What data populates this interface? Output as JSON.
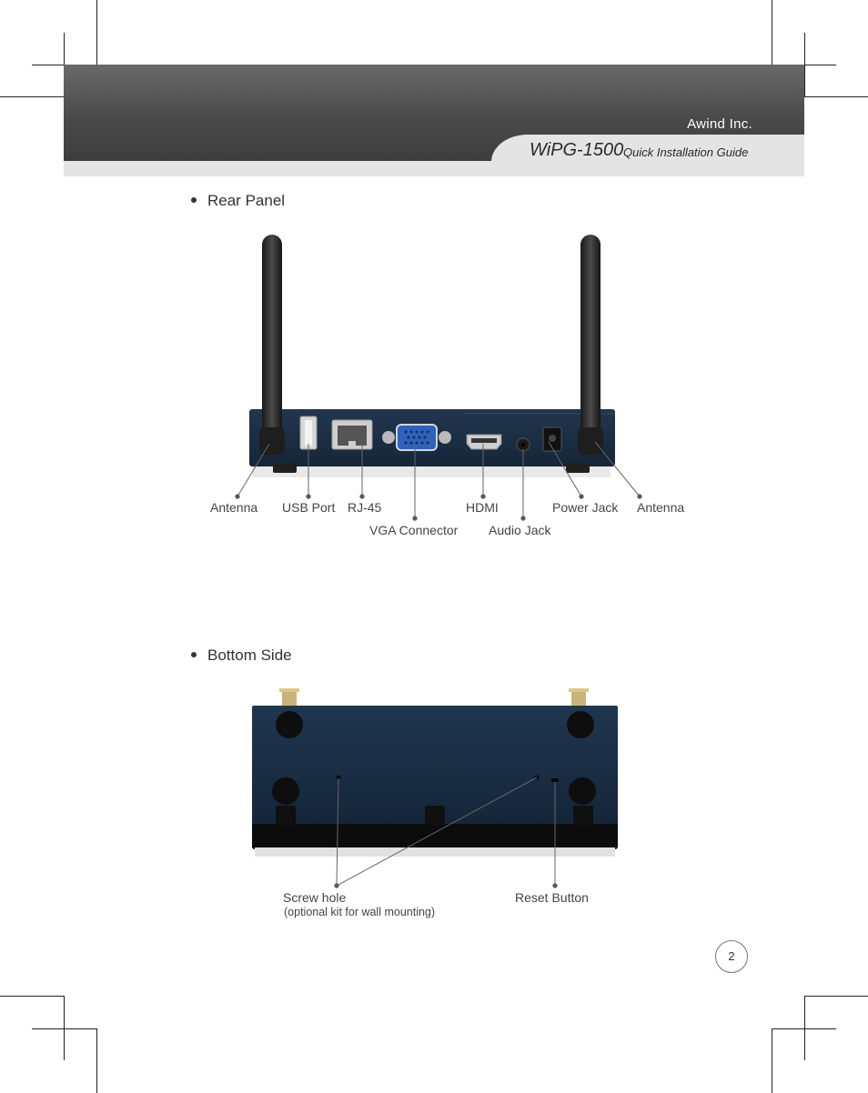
{
  "header": {
    "company": "Awind Inc.",
    "model": "WiPG-1500",
    "guide_title": "Quick Installation Guide"
  },
  "rear_panel": {
    "heading": "Rear Panel",
    "labels": {
      "antenna_left": "Antenna",
      "usb_port": "USB Port",
      "rj45": "RJ-45",
      "hdmi": "HDMI",
      "power_jack": "Power Jack",
      "antenna_right": "Antenna",
      "vga_connector": "VGA Connector",
      "audio_jack": "Audio Jack"
    }
  },
  "bottom_side": {
    "heading": "Bottom Side",
    "labels": {
      "screw_hole": "Screw hole",
      "screw_hole_note": "(optional kit for wall mounting)",
      "reset_button": "Reset Button"
    }
  },
  "page_number": "2",
  "colors": {
    "header_dark": "#4a4a4a",
    "header_light": "#e4e4e4",
    "device_body": "#1c2f45",
    "vga_port": "#2f62b8"
  }
}
